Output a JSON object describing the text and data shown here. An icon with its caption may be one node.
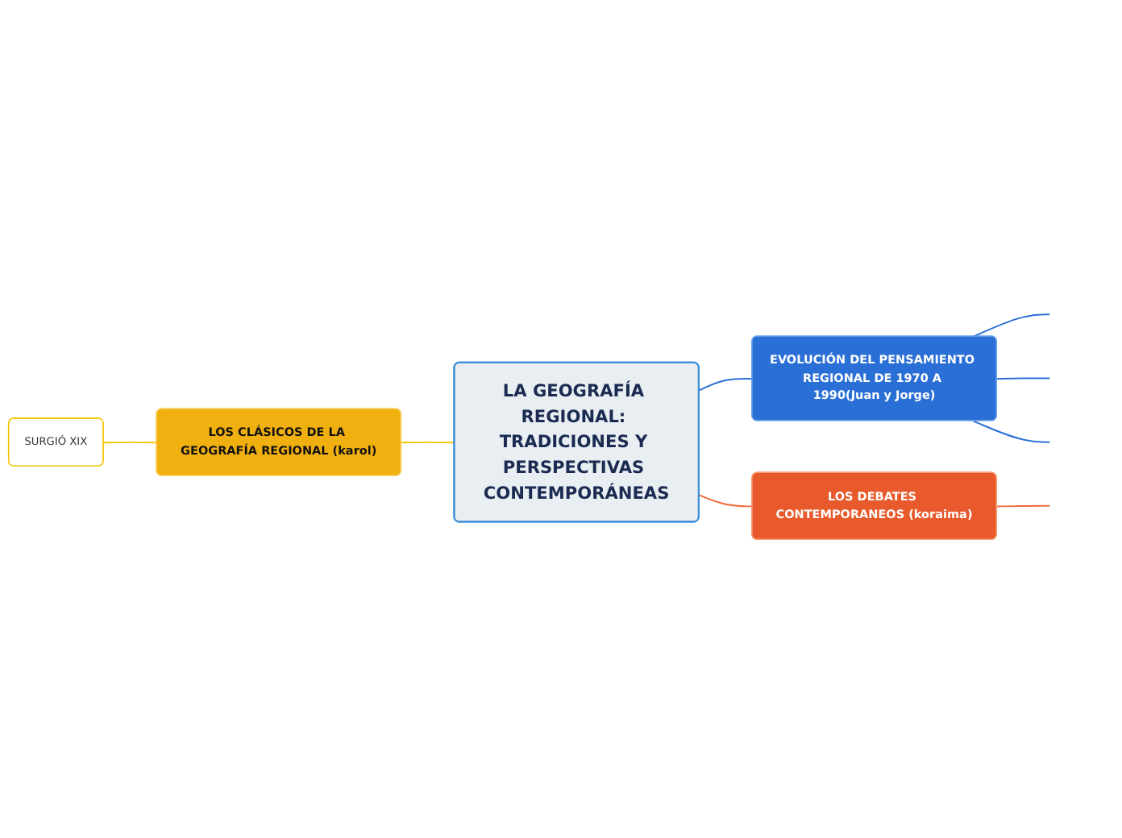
{
  "diagram": {
    "nodes": [
      {
        "text": [
          "LA GEOGRAFÍA REGIONAL: TRADICIONES Y PERSPECTIVAS CONTEMPORÁNEAS"
        ]
      },
      {
        "text": [
          "EVOLUCIÓN DEL PENSAMIENTO REGIONAL DE 1970 A 1990(Juan y Jorge)"
        ]
      },
      {
        "text": [
          "LOS CLÁSICOS DE LA GEOGRAFÍA REGIONAL (karol)"
        ]
      },
      {
        "text": [
          "SURGIÓ XIX"
        ]
      },
      {
        "text": [
          "LOS DEBATES CONTEMPORANEOS (koraima)"
        ]
      }
    ],
    "edges": [
      {
        "from": 0,
        "to": 1,
        "arrow": "none",
        "color": "#2a6fd6"
      },
      {
        "from": 1,
        "to": null,
        "arrow": "none",
        "color": "#2a6fd6"
      },
      {
        "from": 1,
        "to": null,
        "arrow": "none",
        "color": "#2a6fd6"
      },
      {
        "from": 1,
        "to": null,
        "arrow": "none",
        "color": "#2a6fd6"
      },
      {
        "from": 0,
        "to": 2,
        "arrow": "none",
        "color": "#f5c400"
      },
      {
        "from": 2,
        "to": 3,
        "arrow": "none",
        "color": "#f5c400"
      },
      {
        "from": 0,
        "to": 4,
        "arrow": "none",
        "color": "#f06a3a"
      },
      {
        "from": 4,
        "to": null,
        "arrow": "none",
        "color": "#f06a3a"
      }
    ]
  }
}
